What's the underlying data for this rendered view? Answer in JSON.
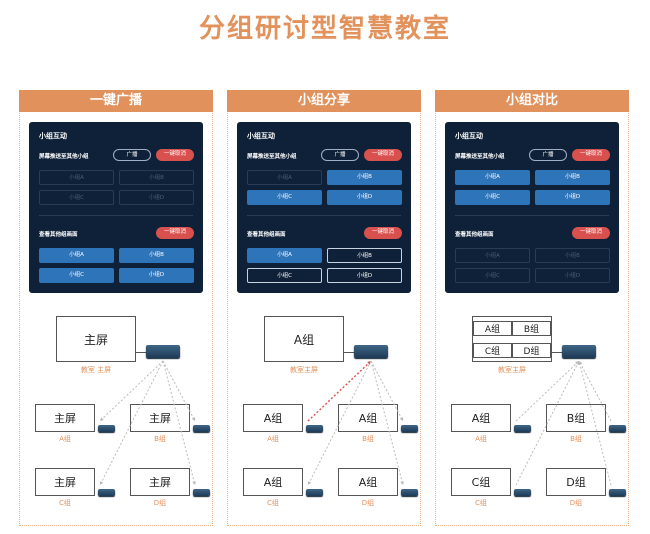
{
  "title": "分组研讨型智慧教室",
  "panel_labels": {
    "heading": "小组互动",
    "push": "屏幕推送至其他小组",
    "broadcast": "广播",
    "cancel": "一键取消",
    "view": "查看其他组画面"
  },
  "columns": [
    {
      "header": "一键广播",
      "push_groups": [
        {
          "label": "小组A",
          "state": "off"
        },
        {
          "label": "小组B",
          "state": "off"
        },
        {
          "label": "小组C",
          "state": "off"
        },
        {
          "label": "小组D",
          "state": "off"
        }
      ],
      "view_groups": [
        {
          "label": "小组A",
          "state": "on"
        },
        {
          "label": "小组B",
          "state": "on"
        },
        {
          "label": "小组C",
          "state": "on"
        },
        {
          "label": "小组D",
          "state": "on"
        }
      ],
      "main_screen": "主屏",
      "main_label": "教室 主屏",
      "screens": [
        {
          "text": "主屏",
          "label": "A组"
        },
        {
          "text": "主屏",
          "label": "B组"
        },
        {
          "text": "主屏",
          "label": "C组"
        },
        {
          "text": "主屏",
          "label": "D组"
        }
      ]
    },
    {
      "header": "小组分享",
      "push_groups": [
        {
          "label": "小组A",
          "state": "off"
        },
        {
          "label": "小组B",
          "state": "on"
        },
        {
          "label": "小组C",
          "state": "on"
        },
        {
          "label": "小组D",
          "state": "on"
        }
      ],
      "view_groups": [
        {
          "label": "小组A",
          "state": "on"
        },
        {
          "label": "小组B",
          "state": "out"
        },
        {
          "label": "小组C",
          "state": "out"
        },
        {
          "label": "小组D",
          "state": "out"
        }
      ],
      "main_screen": "A组",
      "main_label": "教室主屏",
      "screens": [
        {
          "text": "A组",
          "label": "A组"
        },
        {
          "text": "A组",
          "label": "B组"
        },
        {
          "text": "A组",
          "label": "C组"
        },
        {
          "text": "A组",
          "label": "D组"
        }
      ]
    },
    {
      "header": "小组对比",
      "push_groups": [
        {
          "label": "小组A",
          "state": "on"
        },
        {
          "label": "小组B",
          "state": "on"
        },
        {
          "label": "小组C",
          "state": "on"
        },
        {
          "label": "小组D",
          "state": "on"
        }
      ],
      "view_groups": [
        {
          "label": "小组A",
          "state": "off"
        },
        {
          "label": "小组B",
          "state": "off"
        },
        {
          "label": "小组C",
          "state": "off"
        },
        {
          "label": "小组D",
          "state": "off"
        }
      ],
      "main_grid": [
        "A组",
        "B组",
        "C组",
        "D组"
      ],
      "main_label": "教室主屏",
      "screens": [
        {
          "text": "A组",
          "label": "A组"
        },
        {
          "text": "B组",
          "label": "B组"
        },
        {
          "text": "C组",
          "label": "C组"
        },
        {
          "text": "D组",
          "label": "D组"
        }
      ]
    }
  ],
  "colors": {
    "accent": "#e0915c",
    "panel": "#0f2139",
    "active": "#2e74b8",
    "cancel": "#d9514e"
  }
}
